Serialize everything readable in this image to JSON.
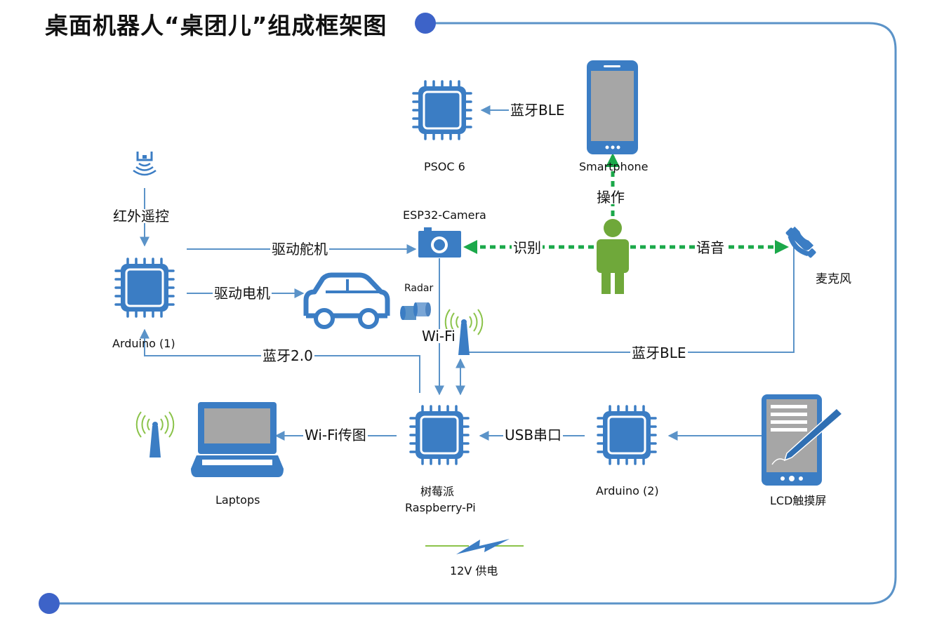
{
  "title": "桌面机器人“桌团儿”组成框架图",
  "nodes": {
    "psoc6": "PSOC 6",
    "smartphone": "Smartphone",
    "esp32": "ESP32-Camera",
    "radar": "Radar",
    "microphone": "麦克风",
    "arduino1": "Arduino (1)",
    "raspberry_cn": "树莓派",
    "raspberry_en": "Raspberry-Pi",
    "arduino2": "Arduino (2)",
    "laptops": "Laptops",
    "lcd": "LCD触摸屏",
    "power": "12V 供电"
  },
  "edges": {
    "ble_phone": "蓝牙BLE",
    "operate": "操作",
    "ir_remote": "红外遥控",
    "servo": "驱动舵机",
    "recognize": "识别",
    "voice": "语音",
    "motor": "驱动电机",
    "wifi": "Wi-Fi",
    "ble_mic": "蓝牙BLE",
    "bt20": "蓝牙2.0",
    "wifi_transfer": "Wi-Fi传图",
    "usb_serial": "USB串口"
  },
  "colors": {
    "chip": "#3b7dc4",
    "line": "#5b93c8",
    "person": "#6fa83a",
    "dashed": "#1ba84a",
    "frame": "#5b93c8",
    "dot": "#3d63c8"
  },
  "icons": [
    "chip-icon",
    "smartphone-icon",
    "camera-icon",
    "radar-icon",
    "car-icon",
    "person-icon",
    "phone-handset-icon",
    "antenna-icon",
    "laptop-icon",
    "tablet-icon",
    "ir-remote-icon",
    "lightning-icon"
  ]
}
